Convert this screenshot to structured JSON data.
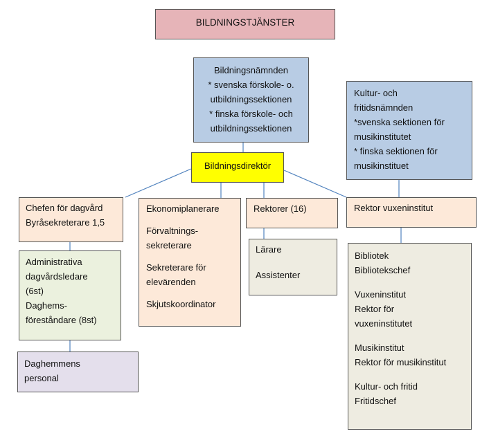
{
  "title": "BILDNINGSTJÄNSTER",
  "board": {
    "lines": [
      "Bildningsnämnden",
      "* svenska förskole- o.",
      "utbildningssektionen",
      "* finska förskole- och",
      "utbildningssektionen"
    ]
  },
  "culture_board": {
    "lines": [
      "Kultur- och",
      "fritidsnämnden",
      "*svenska sektionen för",
      "musikinstitutet",
      "* finska sektionen för",
      "musikinstituet"
    ]
  },
  "director": "Bildningsdirektör",
  "daycare_head": {
    "lines": [
      "Chefen för dagvård",
      "Byråsekreterare 1,5"
    ]
  },
  "finance": {
    "lines": [
      "Ekonomiplanerare",
      "Förvaltnings-",
      "sekreterare",
      "Sekreterare för",
      "elevärenden",
      "Skjutskoordinator"
    ]
  },
  "principals": "Rektorer (16)",
  "adult_principal": "Rektor vuxeninstitut",
  "teachers": {
    "lines": [
      "Lärare",
      "Assistenter"
    ]
  },
  "admin": {
    "lines": [
      "Administrativa",
      "dagvårdsledare",
      "(6st)",
      "Daghems-",
      "föreståndare (8st)"
    ]
  },
  "staff": {
    "lines": [
      "Daghemmens",
      "personal"
    ]
  },
  "services": {
    "groups": [
      [
        "Bibliotek",
        "Bibliotekschef"
      ],
      [
        "Vuxeninstitut",
        "Rektor för",
        "vuxeninstitutet"
      ],
      [
        "Musikinstitut",
        "Rektor för musikinstitut"
      ],
      [
        "Kultur- och fritid",
        "Fritidschef"
      ]
    ]
  },
  "colors": {
    "title_fill": "#e6b4b8",
    "board_fill": "#b8cce4",
    "director_fill": "#ffff00",
    "unit_fill": "#fde9d9",
    "green_fill": "#ebf1de",
    "purple_fill": "#e4dfec",
    "grey_fill": "#eeece1",
    "connector": "#4f81bd"
  }
}
